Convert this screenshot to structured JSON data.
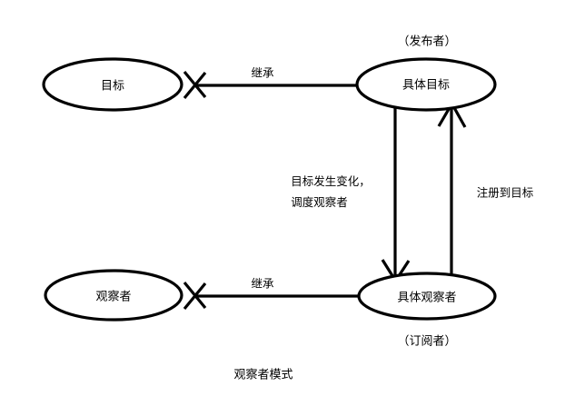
{
  "diagram": {
    "caption": "观察者模式",
    "nodes": [
      {
        "id": "target",
        "label": "目标",
        "role": ""
      },
      {
        "id": "concrete-target",
        "label": "具体目标",
        "role": "（发布者）"
      },
      {
        "id": "observer",
        "label": "观察者",
        "role": ""
      },
      {
        "id": "concrete-observer",
        "label": "具体观察者",
        "role": "（订阅者）"
      }
    ],
    "edges": [
      {
        "id": "inherit-target",
        "label": "继承"
      },
      {
        "id": "inherit-observer",
        "label": "继承"
      },
      {
        "id": "notify",
        "label_line1": "目标发生变化，",
        "label_line2": "调度观察者"
      },
      {
        "id": "register",
        "label": "注册到目标"
      }
    ],
    "colors": {
      "stroke": "#000000",
      "fill": "#ffffff",
      "background": "#ffffff",
      "text": "#000000"
    }
  }
}
